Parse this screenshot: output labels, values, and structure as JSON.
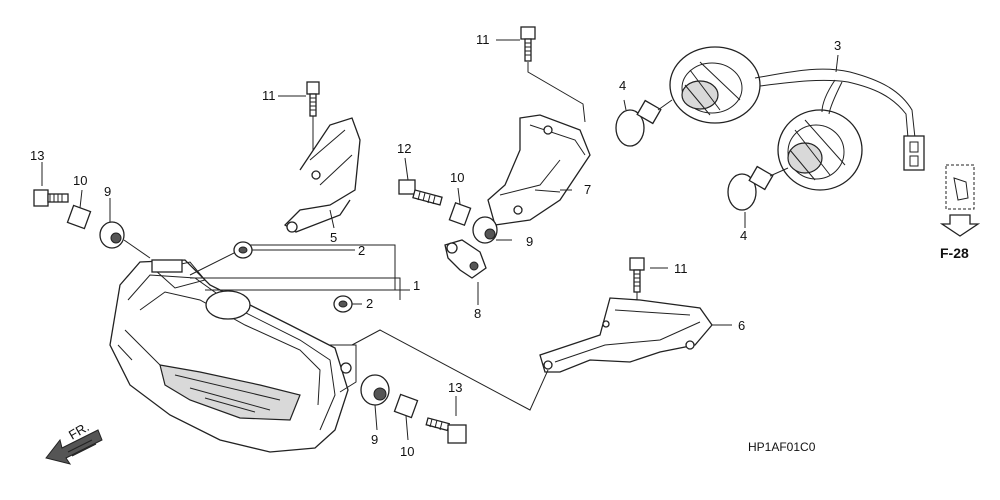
{
  "diagram": {
    "callouts": [
      {
        "id": "13-top",
        "text": "13"
      },
      {
        "id": "10-top",
        "text": "10"
      },
      {
        "id": "9-top",
        "text": "9"
      },
      {
        "id": "11-a",
        "text": "11"
      },
      {
        "id": "5",
        "text": "5"
      },
      {
        "id": "2-a",
        "text": "2"
      },
      {
        "id": "1",
        "text": "1"
      },
      {
        "id": "2-b",
        "text": "2"
      },
      {
        "id": "11-b",
        "text": "11"
      },
      {
        "id": "12",
        "text": "12"
      },
      {
        "id": "10-mid",
        "text": "10"
      },
      {
        "id": "7",
        "text": "7"
      },
      {
        "id": "9-mid",
        "text": "9"
      },
      {
        "id": "8",
        "text": "8"
      },
      {
        "id": "4-top",
        "text": "4"
      },
      {
        "id": "3",
        "text": "3"
      },
      {
        "id": "4-bot",
        "text": "4"
      },
      {
        "id": "11-c",
        "text": "11"
      },
      {
        "id": "6",
        "text": "6"
      },
      {
        "id": "9-bot",
        "text": "9"
      },
      {
        "id": "10-bot",
        "text": "10"
      },
      {
        "id": "13-bot",
        "text": "13"
      }
    ],
    "ref_tag": "F-28",
    "front_mark": "FR.",
    "diagram_code": "HP1AF01C0"
  }
}
